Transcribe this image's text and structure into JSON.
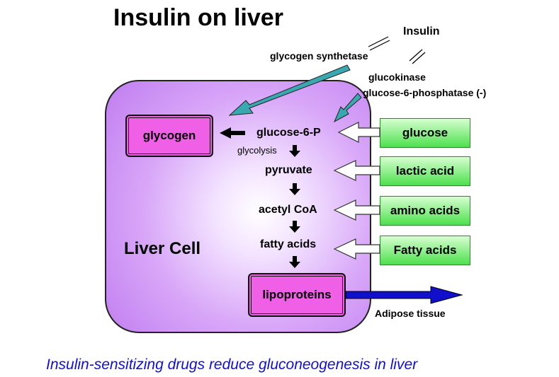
{
  "title": "Insulin on liver",
  "caption": "Insulin-sensitizing drugs reduce gluconeogenesis in liver",
  "insulin": "Insulin",
  "enzymes": {
    "glycogen_synthetase": "glycogen synthetase",
    "glucokinase": "glucokinase",
    "g6pase": "glucose-6-phosphatase (-)"
  },
  "cell": {
    "label": "Liver Cell",
    "glycogen": "glycogen",
    "lipoproteins": "lipoproteins",
    "pathway": {
      "g6p": "glucose-6-P",
      "glycolysis": "glycolysis",
      "pyruvate": "pyruvate",
      "acetyl_coa": "acetyl CoA",
      "fatty_acids": "fatty acids"
    }
  },
  "inputs": [
    "glucose",
    "lactic acid",
    "amino acids",
    "Fatty acids"
  ],
  "adipose": "Adipose tissue",
  "colors": {
    "cell_fill": "#c07cf0",
    "box_pink": "#f060e6",
    "input_green": "#4ee04e",
    "insulin_arrow": "#3aa8b0",
    "export_arrow": "#1010cc",
    "caption": "#1010cc"
  }
}
